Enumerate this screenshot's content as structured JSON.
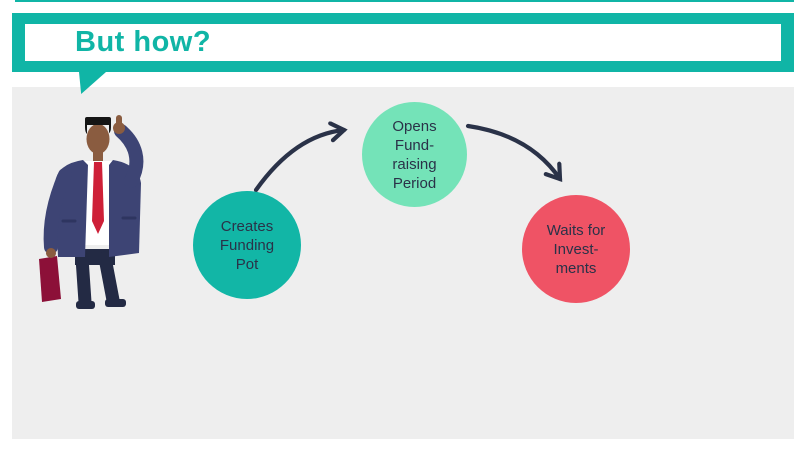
{
  "slide": {
    "title": "But how?",
    "colors": {
      "accent_teal": "#10b5a6",
      "panel_gray": "#eeeeee",
      "ink_navy": "#2a3248"
    },
    "person_illustration": "businessman-with-briefcase-talking-on-phone"
  },
  "diagram": {
    "connector_color": "#2a3248",
    "steps": [
      {
        "name": "creates-funding-pot",
        "color": "#12b6a6",
        "lines": [
          "Creates",
          "Funding",
          "Pot"
        ]
      },
      {
        "name": "opens-fundraising-period",
        "color": "#74e3b8",
        "lines": [
          "Opens",
          "Fund-",
          "raising",
          "Period"
        ]
      },
      {
        "name": "waits-for-investments",
        "color": "#ef5365",
        "lines": [
          "Waits for",
          "Invest-",
          "ments"
        ]
      }
    ]
  }
}
